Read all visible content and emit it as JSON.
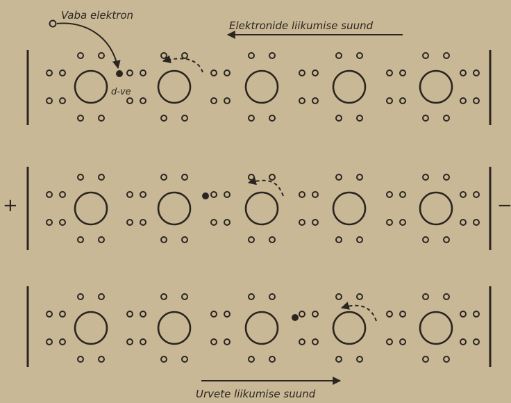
{
  "labels": {
    "free_electron": "Vaba elektron",
    "electron_direction": "Elektronide liikumise suund",
    "hole_direction": "Urvete liikumise suund",
    "hole_symbol": "d-ve",
    "plus_sign": "+",
    "minus_sign": "−"
  },
  "colors": {
    "paper": "#c9b896",
    "ink": "#2a2520"
  },
  "lattice": {
    "rows": 3,
    "atoms_per_row": 5
  },
  "icons": {
    "atom": "large-circle",
    "electron": "small-circle",
    "hole": "filled-dot"
  }
}
